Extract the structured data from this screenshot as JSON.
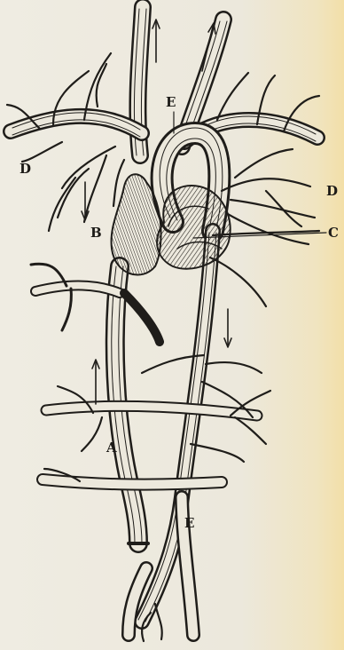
{
  "figure": {
    "labels": {
      "a": "A",
      "b": "B",
      "c": "C",
      "d_left": "D",
      "d_right": "D",
      "e_top": "E",
      "e_bottom": "E"
    }
  }
}
